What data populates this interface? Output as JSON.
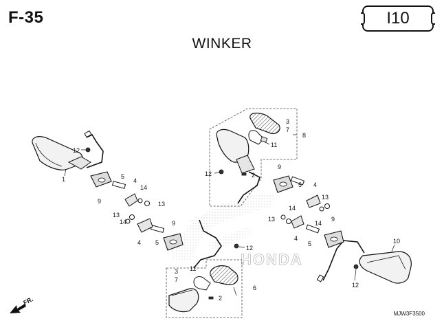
{
  "page_code": "F-35",
  "section_code": "I10",
  "title": "WINKER",
  "drawing_code": "MJW3F3500",
  "front_label": "FR.",
  "watermark": "HONDA",
  "callouts": {
    "c1": "1",
    "c2a": "2",
    "c2b": "2",
    "c3a": "3",
    "c3b": "3",
    "c4a": "4",
    "c4b": "4",
    "c4c": "4",
    "c4d": "4",
    "c5a": "5",
    "c5b": "5",
    "c5c": "5",
    "c5d": "5",
    "c6": "6",
    "c7a": "7",
    "c7b": "7",
    "c8": "8",
    "c9a": "9",
    "c9b": "9",
    "c9c": "9",
    "c9d": "9",
    "c10": "10",
    "c11a": "11",
    "c11b": "11",
    "c12a": "12",
    "c12b": "12",
    "c12c": "12",
    "c12d": "12",
    "c13a": "13",
    "c13b": "13",
    "c13c": "13",
    "c13d": "13",
    "c14a": "14",
    "c14b": "14",
    "c14c": "14",
    "c14d": "14"
  }
}
